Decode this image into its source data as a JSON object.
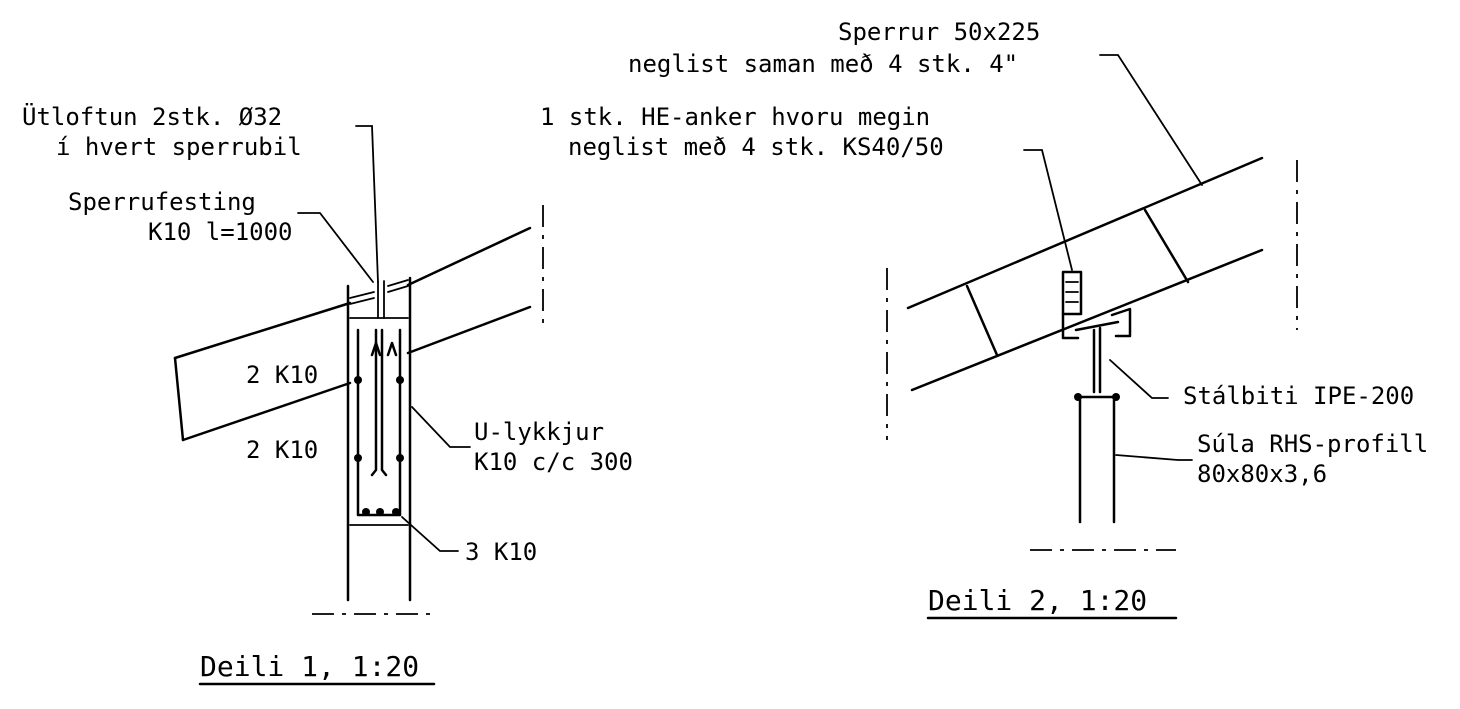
{
  "detail1": {
    "title": "Deili 1, 1:20",
    "labels": {
      "ventilation_line1": "Ütloftun 2stk. Ø32",
      "ventilation_line2": "í hvert sperrubil",
      "fastening_line1": "Sperrufesting",
      "fastening_line2": "K10 l=1000",
      "bars_upper": "2 K10",
      "bars_lower": "2 K10",
      "stirrups_line1": "U-lykkjur",
      "stirrups_line2": "K10 c/c 300",
      "bars_bottom": "3 K10"
    }
  },
  "detail2": {
    "title": "Deili 2, 1:20",
    "labels": {
      "rafter_line1": "Sperrur 50x225",
      "rafter_line2": "neglist saman með 4 stk. 4\"",
      "anchor_line1": "1 stk. HE-anker hvoru megin",
      "anchor_line2": "neglist með 4 stk. KS40/50",
      "beam": "Stálbiti IPE-200",
      "column_line1": "Súla RHS-profill",
      "column_line2": "80x80x3,6"
    }
  }
}
